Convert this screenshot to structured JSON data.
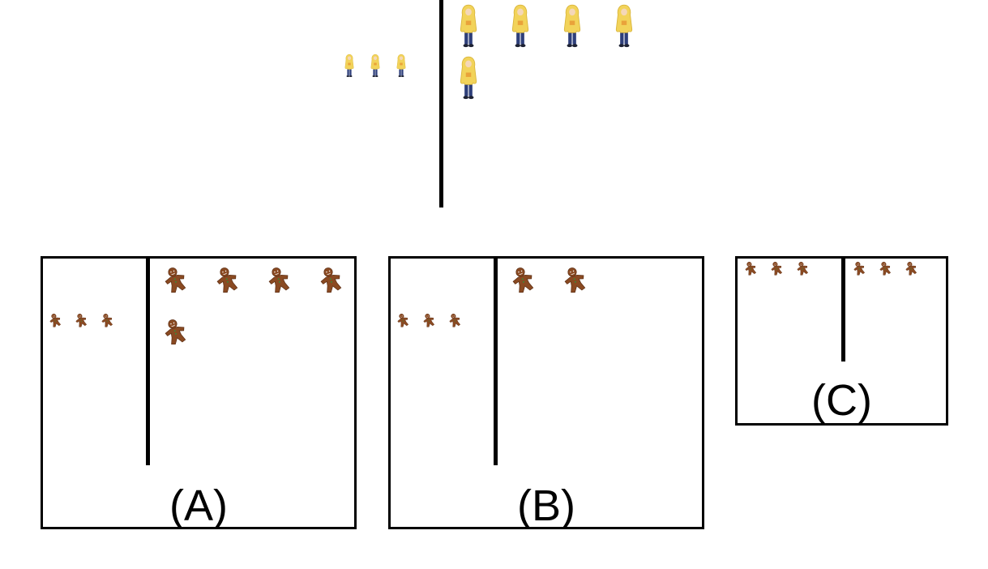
{
  "stem": {
    "left_group": {
      "icon": "child-yellow-raincoat-icon",
      "count": 3
    },
    "right_group": {
      "icon": "child-yellow-raincoat-icon",
      "count": 5
    }
  },
  "options": [
    {
      "label": "(A)",
      "left_group": {
        "icon": "gingerbread-man-icon",
        "count": 3
      },
      "right_group": {
        "icon": "gingerbread-man-icon",
        "count": 5
      }
    },
    {
      "label": "(B)",
      "left_group": {
        "icon": "gingerbread-man-icon",
        "count": 3
      },
      "right_group": {
        "icon": "gingerbread-man-icon",
        "count": 2
      }
    },
    {
      "label": "(C)",
      "left_group": {
        "icon": "gingerbread-man-icon",
        "count": 3
      },
      "right_group": {
        "icon": "gingerbread-man-icon",
        "count": 3
      }
    }
  ],
  "colors": {
    "raincoat": "#f2d35a",
    "raincoat_shade": "#d9b53a",
    "pants": "#2e3f7a",
    "gingerbread": "#8a4a22",
    "gingerbread_dark": "#5e2f14",
    "icing": "#3a8a3a"
  }
}
